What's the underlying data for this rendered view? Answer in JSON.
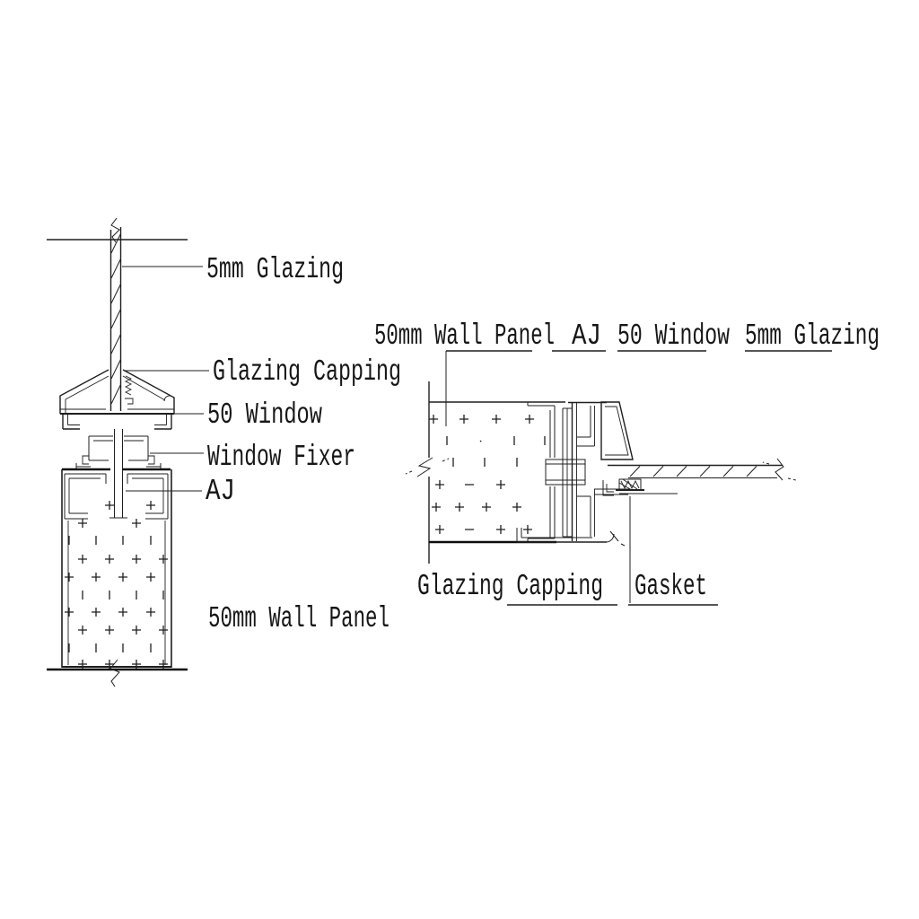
{
  "page": {
    "type": "CAD window detail drawing",
    "colors": {
      "ink": "#1c1c1c",
      "background": "#ffffff"
    }
  },
  "left": {
    "labels": {
      "glazing": "5mm Glazing",
      "capping": "Glazing Capping",
      "window": "50 Window",
      "fixer": "Window Fixer",
      "aj": "AJ",
      "wall_panel": "50mm Wall Panel"
    }
  },
  "right": {
    "top_labels": {
      "wall_panel": "50mm Wall Panel",
      "aj": "AJ",
      "window": "50 Window",
      "glazing": "5mm Glazing"
    },
    "bottom_labels": {
      "capping": "Glazing Capping",
      "gasket": "Gasket"
    }
  }
}
